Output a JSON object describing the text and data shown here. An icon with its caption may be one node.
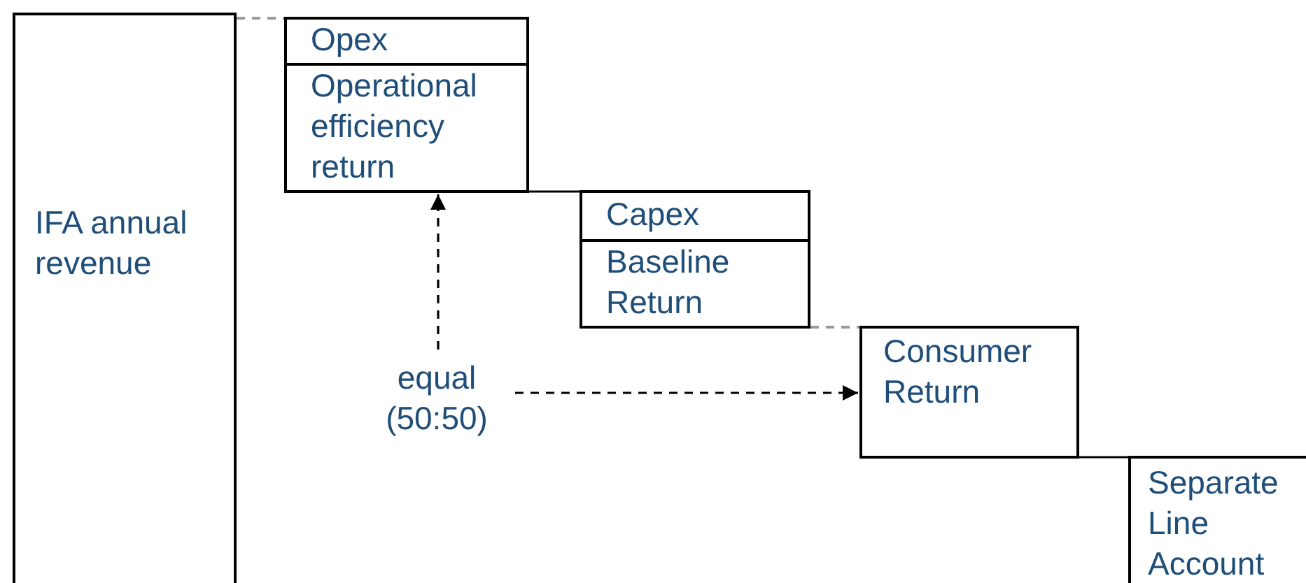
{
  "diagram": {
    "nodes": [
      {
        "text": [
          "IFA annual revenue"
        ]
      },
      {
        "text": [
          "Opex",
          "Operational efficiency return"
        ]
      },
      {
        "text": [
          "Capex",
          "Baseline Return"
        ]
      },
      {
        "text": [
          "Consumer Return"
        ]
      },
      {
        "text": [
          "Separate Line Account"
        ]
      },
      {
        "text": [
          "equal (50:50)"
        ]
      }
    ],
    "edges": [
      {
        "from": 0,
        "to": 1,
        "arrow": "none",
        "style": "dashed",
        "color": "#999999"
      },
      {
        "from": 1,
        "to": 2,
        "arrow": "none"
      },
      {
        "from": 2,
        "to": 3,
        "arrow": "none",
        "style": "dashed",
        "color": "#999999"
      },
      {
        "from": 3,
        "to": 4,
        "arrow": "none"
      },
      {
        "from": 5,
        "to": 1,
        "arrow": "to",
        "style": "dashed"
      },
      {
        "from": 5,
        "to": 3,
        "arrow": "to",
        "style": "dashed"
      }
    ]
  }
}
